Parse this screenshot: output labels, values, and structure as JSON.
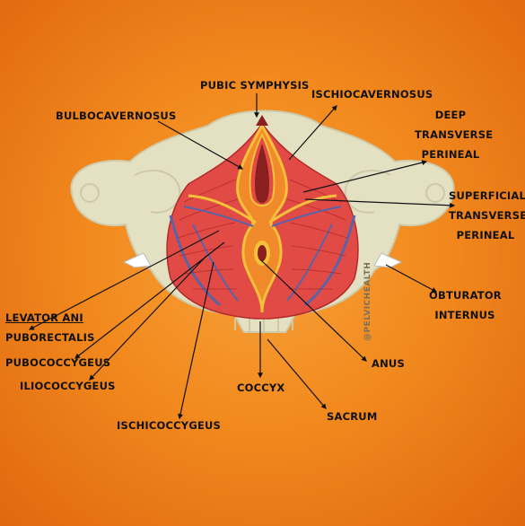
{
  "labels": {
    "pubic_symphysis": "PUBIC SYMPHYSIS",
    "bulbocavernosus": "BULBOCAVERNOSUS",
    "ischiocavernosus": "ISCHIOCAVERNOSUS",
    "deep_transverse_perineal": [
      "DEEP",
      "TRANSVERSE",
      "PERINEAL"
    ],
    "superficial_transverse_perineal": [
      "SUPERFICIAL",
      "TRANSVERSE",
      "PERINEAL"
    ],
    "obturator_internus": [
      "OBTURATOR",
      "INTERNUS"
    ],
    "levator_ani": "LEVATOR ANI",
    "puborectalis": "PUBORECTALIS",
    "pubococcygeus": "PUBOCOCCYGEUS",
    "iliococcygeus": "ILIOCOCCYGEUS",
    "ischiococcygeus": "ISCHICOCCYGEUS",
    "coccyx": "COCCYX",
    "anus": "ANUS",
    "sacrum": "SACRUM"
  },
  "watermark": "@PELVICHEALTH",
  "colors": {
    "background": "#f28a1e",
    "bone": "#e4e1c3",
    "bone_outline": "#c9c6a6",
    "muscle": "#e24b45",
    "muscle_line": "#b32a2a",
    "fascia_blue": "#5a63a8",
    "fascia_yellow": "#f4c13a",
    "leader": "#111111"
  }
}
